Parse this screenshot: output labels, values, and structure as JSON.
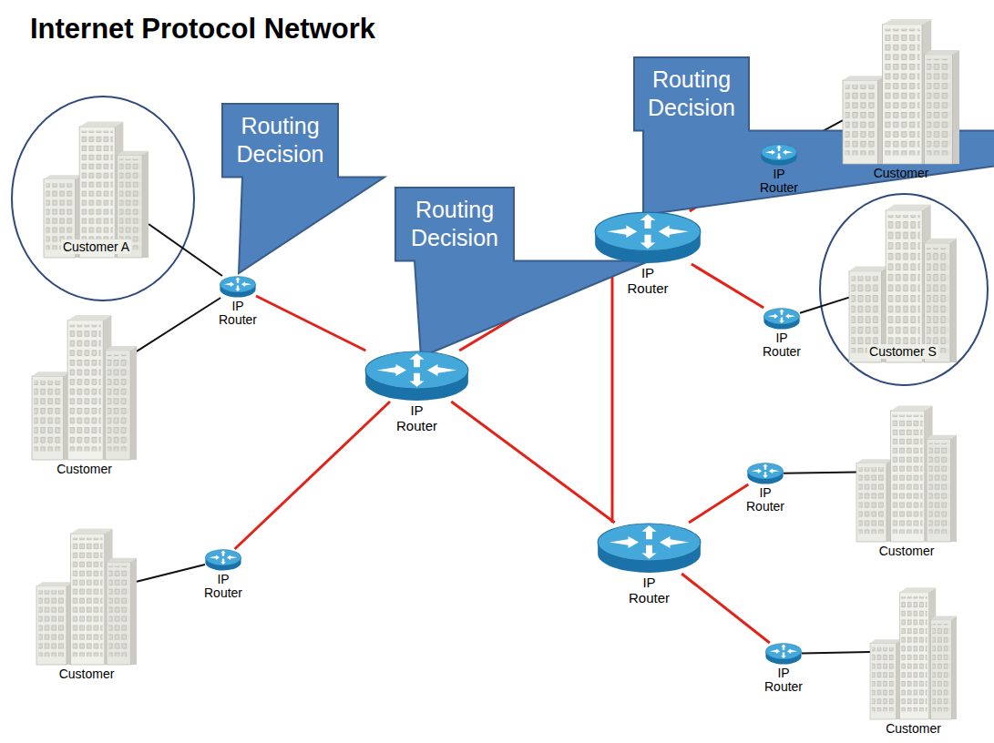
{
  "diagram": {
    "title": "Internet Protocol Network",
    "nodes": [
      {
        "text": [
          "Routing Decision"
        ]
      },
      {
        "text": [
          "Routing Decision"
        ]
      },
      {
        "text": [
          "Routing Decision"
        ]
      },
      {
        "text": [
          "Customer A"
        ]
      },
      {
        "text": [
          "IP Router"
        ]
      },
      {
        "text": [
          "Customer"
        ]
      },
      {
        "text": [
          "Customer"
        ]
      },
      {
        "text": [
          "IP Router"
        ]
      },
      {
        "text": [
          "IP Router"
        ]
      },
      {
        "text": [
          "IP Router"
        ]
      },
      {
        "text": [
          "IP Router"
        ]
      },
      {
        "text": [
          "IP Router"
        ]
      },
      {
        "text": [
          "Customer"
        ]
      },
      {
        "text": [
          "IP Router"
        ]
      },
      {
        "text": [
          "Customer S"
        ]
      },
      {
        "text": [
          "IP Router"
        ]
      },
      {
        "text": [
          "Customer"
        ]
      },
      {
        "text": [
          "IP Router"
        ]
      },
      {
        "text": [
          "Customer"
        ]
      }
    ],
    "edges": [
      {
        "from": 3,
        "to": 4,
        "arrow": "none"
      },
      {
        "from": 5,
        "to": 4,
        "arrow": "none"
      },
      {
        "from": 4,
        "to": 8,
        "arrow": "none"
      },
      {
        "from": 6,
        "to": 7,
        "arrow": "none"
      },
      {
        "from": 7,
        "to": 8,
        "arrow": "none"
      },
      {
        "from": 8,
        "to": 9,
        "arrow": "none"
      },
      {
        "from": 8,
        "to": 10,
        "arrow": "none"
      },
      {
        "from": 9,
        "to": 10,
        "arrow": "none"
      },
      {
        "from": 9,
        "to": 11,
        "arrow": "none"
      },
      {
        "from": 11,
        "to": 12,
        "arrow": "none"
      },
      {
        "from": 9,
        "to": 13,
        "arrow": "none"
      },
      {
        "from": 13,
        "to": 14,
        "arrow": "none"
      },
      {
        "from": 10,
        "to": 15,
        "arrow": "none"
      },
      {
        "from": 15,
        "to": 16,
        "arrow": "none"
      },
      {
        "from": 10,
        "to": 17,
        "arrow": "none"
      },
      {
        "from": 17,
        "to": 18,
        "arrow": "none"
      }
    ]
  }
}
